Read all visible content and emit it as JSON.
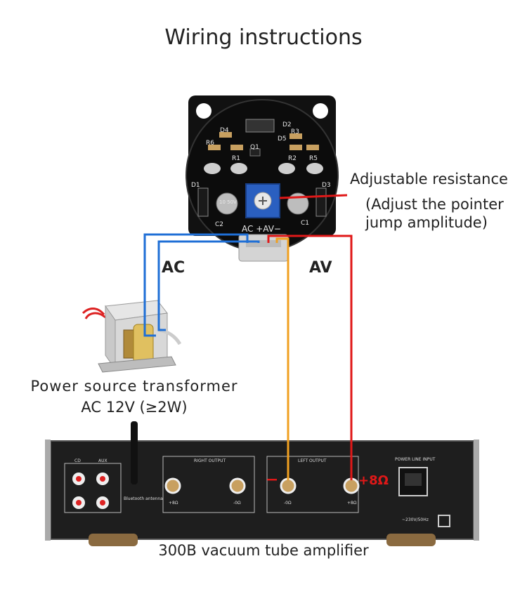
{
  "title": "Wiring instructions",
  "labels": {
    "adjustable": "Adjustable resistance",
    "adjust_note_1": "(Adjust the pointer",
    "adjust_note_2": "jump amplitude)",
    "ac": "AC",
    "av": "AV",
    "transformer_1": "Power source transformer",
    "transformer_2": "AC 12V (≥2W)",
    "amplifier": "300B vacuum tube amplifier",
    "minus": "−",
    "plus8": "+8Ω"
  },
  "pcb": {
    "connector": "AC +AV−",
    "components": [
      "D4",
      "D2",
      "R3",
      "R6",
      "Q1",
      "D5",
      "R1",
      "R2",
      "R5",
      "D1",
      "D3",
      "C2",
      "C1"
    ],
    "cap_label": "10 50V"
  },
  "panel": {
    "cd": "CD",
    "aux": "AUX",
    "bluetooth": "Bluetooth antenna",
    "right_output": "RIGHT OUTPUT",
    "left_output": "LEFT OUTPUT",
    "power_input": "POWER LINE INPUT",
    "voltage": "~230V/50Hz",
    "terminals": [
      "+8Ω",
      "-0Ω",
      "-0Ω",
      "+8Ω"
    ]
  },
  "colors": {
    "ac_wire": "#1f6fd6",
    "av_minus_wire": "#f0a020",
    "av_plus_wire": "#e01818",
    "pointer_line": "#e01818"
  }
}
